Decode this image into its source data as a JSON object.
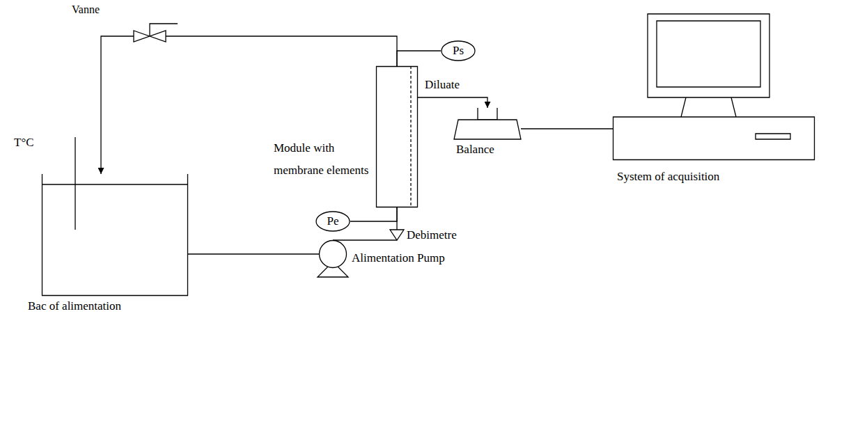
{
  "diagram": {
    "nodes": [
      {
        "text": [
          "Vanne"
        ]
      },
      {
        "text": [
          "Ps"
        ]
      },
      {
        "text": [
          "Module with membrane elements"
        ]
      },
      {
        "text": [
          "Balance"
        ]
      },
      {
        "text": [
          "System of acquisition"
        ]
      },
      {
        "text": [
          "Pe"
        ]
      },
      {
        "text": [
          "Debimetre"
        ]
      },
      {
        "text": [
          "Alimentation Pump"
        ]
      },
      {
        "text": [
          "Bac of alimentation"
        ]
      }
    ],
    "edges": [
      {
        "from": 8,
        "to": 7,
        "arrow": "none"
      },
      {
        "from": 7,
        "to": 6,
        "arrow": "none"
      },
      {
        "from": 6,
        "to": 2,
        "arrow": "none"
      },
      {
        "from": 2,
        "to": 0,
        "arrow": "none"
      },
      {
        "from": 0,
        "to": 8,
        "arrow": "to"
      },
      {
        "from": 2,
        "to": 3,
        "label": "Diluate",
        "arrow": "to"
      },
      {
        "from": 3,
        "to": 4,
        "arrow": "none"
      },
      {
        "from": 1,
        "to": 2,
        "arrow": "none"
      },
      {
        "from": 5,
        "to": 2,
        "arrow": "none"
      }
    ],
    "labels": [
      "T°C"
    ]
  }
}
